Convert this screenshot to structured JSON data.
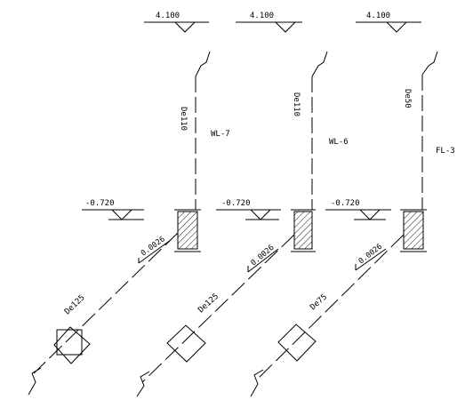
{
  "risers": [
    {
      "top_elevation": "4.100",
      "riser_size": "De110",
      "riser_label": "WL-7",
      "bottom_elevation": "-0.720",
      "slope": "0.0026",
      "outlet_size": "De125"
    },
    {
      "top_elevation": "4.100",
      "riser_size": "De110",
      "riser_label": "WL-6",
      "bottom_elevation": "-0.720",
      "slope": "0.0026",
      "outlet_size": "De125"
    },
    {
      "top_elevation": "4.100",
      "riser_size": "De50",
      "riser_label": "FL-3",
      "bottom_elevation": "-0.720",
      "slope": "0.0026",
      "outlet_size": "De75"
    }
  ]
}
